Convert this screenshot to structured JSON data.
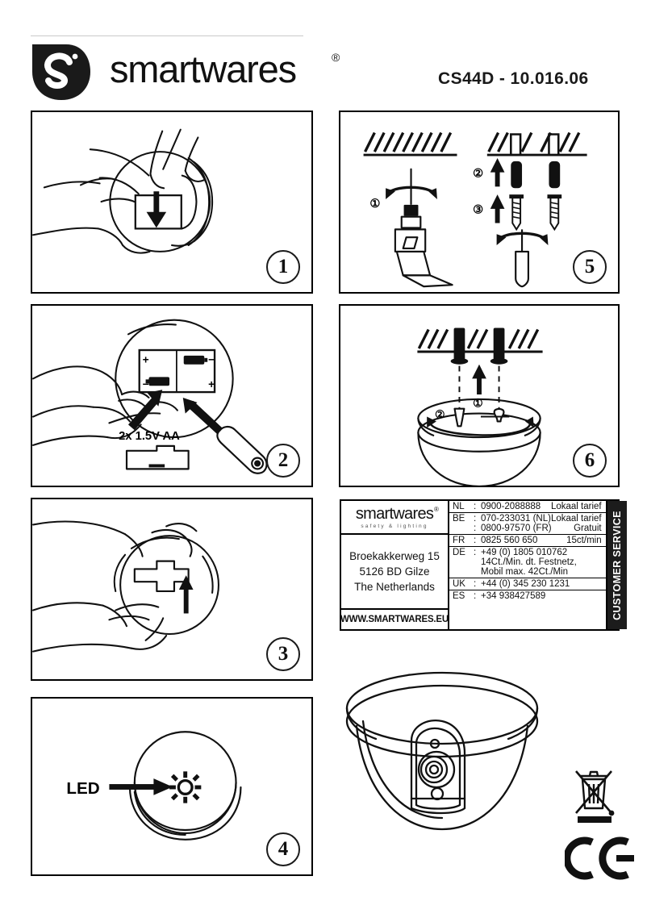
{
  "header": {
    "brand": "smartwares",
    "brand_registered": "®",
    "logo_letter": "S",
    "product_code": "CS44D - 10.016.06"
  },
  "steps": [
    {
      "number": "1",
      "name": "open-battery-cover",
      "caption": ""
    },
    {
      "number": "2",
      "name": "insert-batteries",
      "caption": "2x 1.5V AA"
    },
    {
      "number": "3",
      "name": "slide-switch",
      "caption": ""
    },
    {
      "number": "4",
      "name": "led-indicator",
      "caption": "LED"
    },
    {
      "number": "5",
      "name": "drill-and-plug",
      "marks": [
        "①",
        "②",
        "③"
      ]
    },
    {
      "number": "6",
      "name": "mount-dome",
      "marks": [
        "①",
        "②"
      ]
    }
  ],
  "contact": {
    "brand": "smartwares",
    "brand_registered": "®",
    "tagline": "safety & lighting",
    "address": [
      "Broekakkerweg 15",
      "5126 BD  Gilze",
      "The Netherlands"
    ],
    "website": "WWW.SMARTWARES.EU",
    "service_label": "CUSTOMER SERVICE",
    "rows": [
      {
        "country": "NL",
        "number": "0900-2088888",
        "note": "Lokaal tarief",
        "sub": ""
      },
      {
        "country": "BE",
        "number": "070-233031  (NL)",
        "note": "Lokaal tarief",
        "sub": "",
        "second_number": "0800-97570  (FR)",
        "second_note": "Gratuit"
      },
      {
        "country": "FR",
        "number": "0825 560 650",
        "note": "15ct/min",
        "sub": ""
      },
      {
        "country": "DE",
        "number": "+49 (0) 1805 010762",
        "note": "",
        "sub": "14Ct./Min. dt. Festnetz,",
        "sub2": "Mobil max. 42Ct./Min"
      },
      {
        "country": "UK",
        "number": "+44 (0) 345 230 1231",
        "note": "",
        "sub": ""
      },
      {
        "country": "ES",
        "number": "+34  938427589",
        "note": "",
        "sub": ""
      }
    ]
  },
  "marks": {
    "weee": "crossed-out-wheelie-bin",
    "ce": "CE"
  },
  "colors": {
    "ink": "#000000",
    "line": "#1a1a1a",
    "panel_border": "#000000",
    "service_bar": "#1c1c1c"
  }
}
